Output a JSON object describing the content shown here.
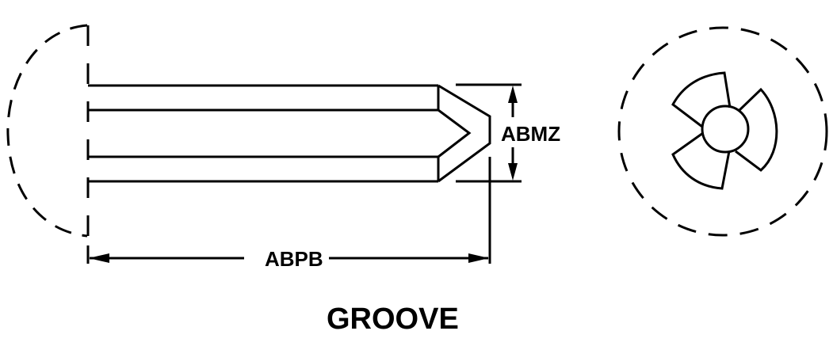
{
  "diagram": {
    "title": "GROOVE",
    "dimensions": {
      "diameter_label": "ABMZ",
      "length_label": "ABPB"
    },
    "views": [
      "side-view",
      "end-view"
    ],
    "colors": {
      "line": "#000000",
      "background": "#ffffff"
    }
  }
}
